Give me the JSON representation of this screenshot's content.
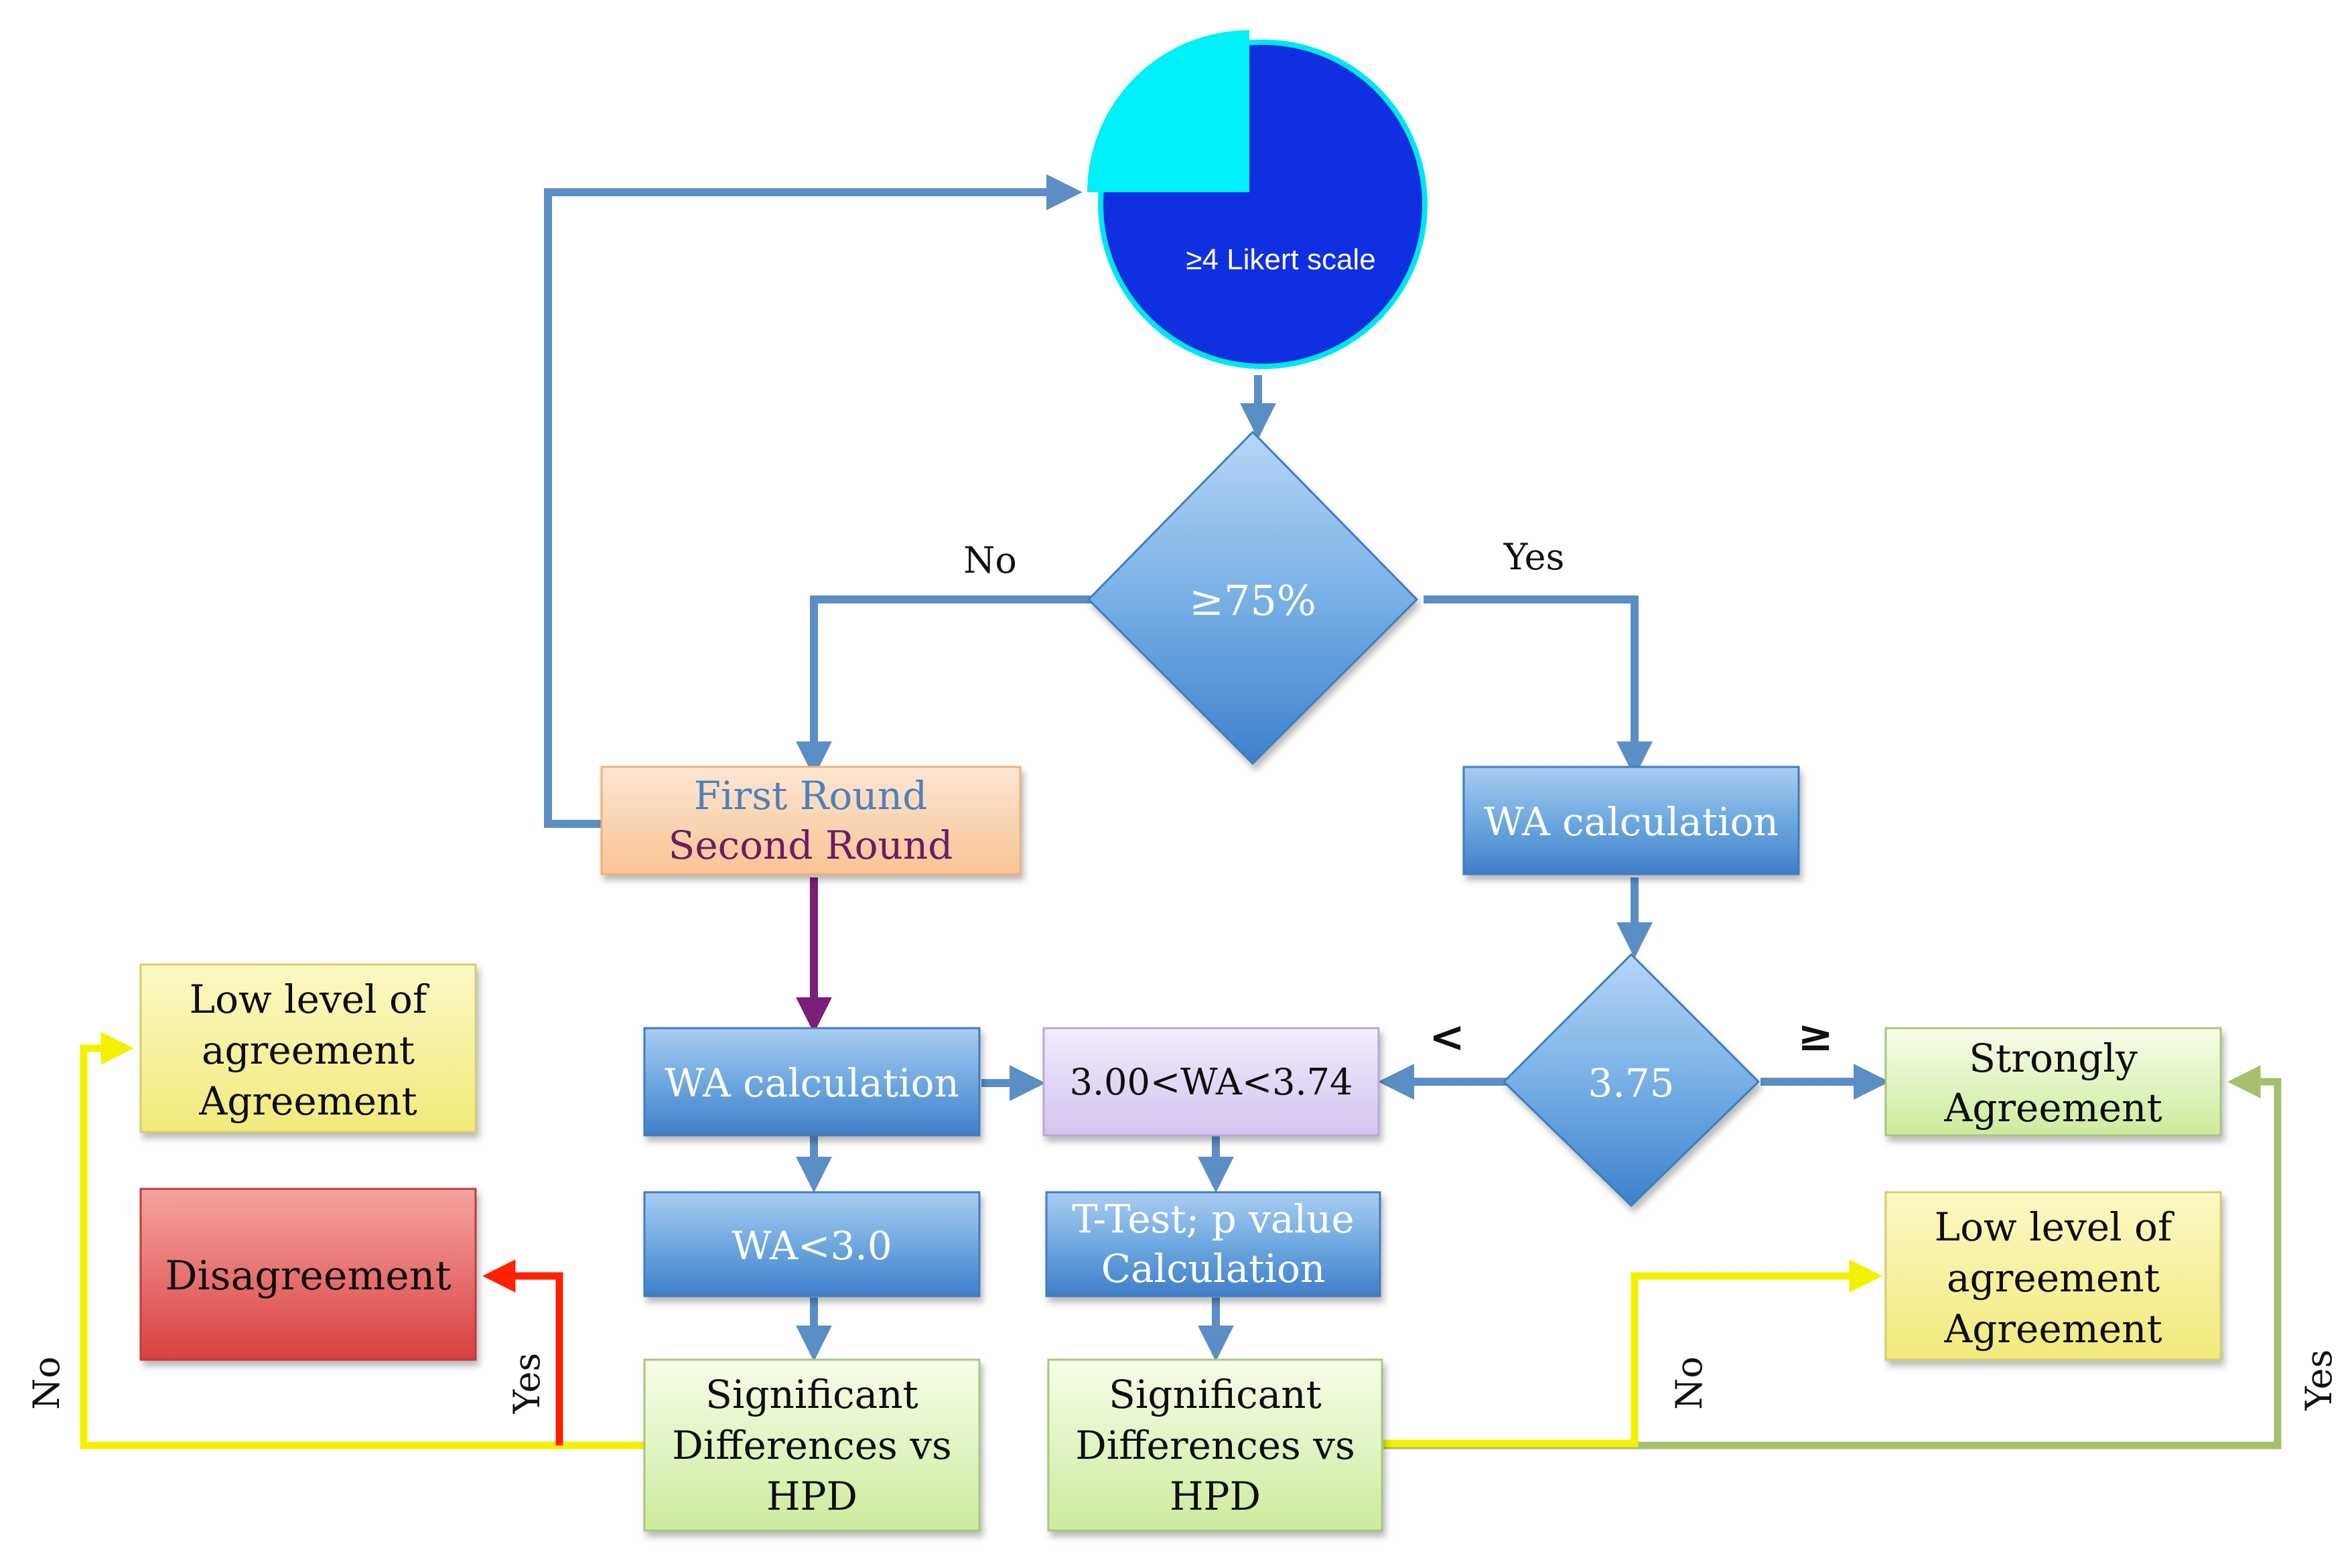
{
  "diagram": {
    "start": {
      "label": "≥4 Likert scale"
    },
    "decision1": {
      "label": "≥75%"
    },
    "decision1_no": "No",
    "decision1_yes": "Yes",
    "rounds": {
      "first": "First Round",
      "second": "Second Round"
    },
    "wa_right": "WA calculation",
    "decision2": {
      "label": "3.75"
    },
    "decision2_lt": "<",
    "decision2_ge": "≥",
    "strongly": {
      "line1": "Strongly",
      "line2": "Agreement"
    },
    "low_left": {
      "line1": "Low level of",
      "line2": "agreement",
      "line3": "Agreement"
    },
    "low_right": {
      "line1": "Low level of",
      "line2": "agreement",
      "line3": "Agreement"
    },
    "disagreement": "Disagreement",
    "wa_left": "WA calculation",
    "range": "3.00<WA<3.74",
    "wa_low": "WA<3.0",
    "ttest": {
      "line1": "T-Test; p value",
      "line2": "Calculation"
    },
    "sig_left": {
      "line1": "Significant",
      "line2": "Differences vs",
      "line3": "HPD"
    },
    "sig_right": {
      "line1": "Significant",
      "line2": "Differences vs",
      "line3": "HPD"
    },
    "label_no_left": "No",
    "label_yes_left": "Yes",
    "label_no_right": "No",
    "label_yes_right": "Yes"
  },
  "colors": {
    "blue_box": "#5b9bd5",
    "pie_dark": "#0f2fe0",
    "pie_light": "#00f0f8",
    "orange_box": "#fbd4b4",
    "purple_arrow": "#7a1f78",
    "green_box": "#e2f5c6",
    "yellow_box": "#f7f3a0",
    "red_box": "#e85c5c",
    "lavender_box": "#e3daf3",
    "yellow_line": "#f2f200",
    "green_line": "#a6bf6a",
    "red_line": "#ff2200"
  }
}
